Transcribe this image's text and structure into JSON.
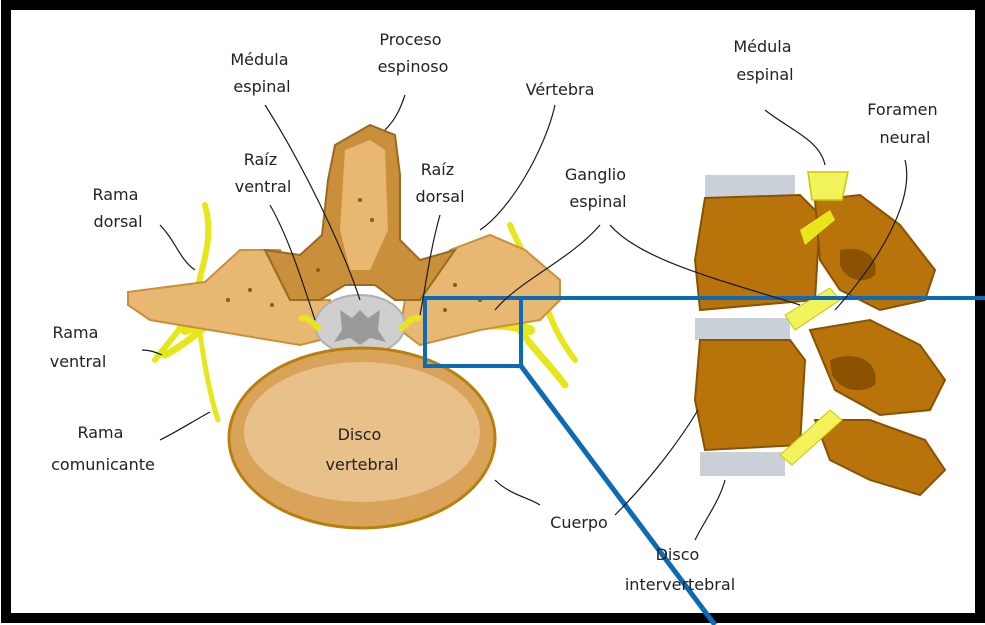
{
  "colors": {
    "frame": "#000000",
    "bone": "#e8b873",
    "bone_dark": "#c98f3a",
    "vertebra_brown": "#b8740a",
    "vertebra_shadow": "#8a5200",
    "disc": "#d9a35a",
    "disc_center": "#e8c08a",
    "nerve": "#e6e61a",
    "nerve_light": "#f2f25a",
    "cord_gray": "#cfcfcf",
    "gray_matter": "#9a9a9a",
    "intervertebral_disc": "#c9d0d8",
    "highlight_blue": "#0d6ab5"
  },
  "labels": {
    "medula_top": [
      "Médula",
      "espinal"
    ],
    "proceso": [
      "Proceso",
      "espinoso"
    ],
    "vertebra": [
      "Vértebra"
    ],
    "raiz_ventral": [
      "Raíz",
      "ventral"
    ],
    "raiz_dorsal": [
      "Raíz",
      "dorsal"
    ],
    "ganglio": [
      "Ganglio",
      "espinal"
    ],
    "rama_dorsal": [
      "Rama",
      "dorsal"
    ],
    "rama_ventral": [
      "Rama",
      "ventral"
    ],
    "rama_comunicante": [
      "Rama",
      "comunicante"
    ],
    "disco_vertebral": [
      "Disco",
      "vertebral"
    ],
    "cuerpo": [
      "Cuerpo"
    ],
    "medula_side": [
      "Médula",
      "espinal"
    ],
    "foramen": [
      "Foramen",
      "neural"
    ],
    "disco_intervertebral": [
      "Disco",
      "intervertebral"
    ]
  }
}
